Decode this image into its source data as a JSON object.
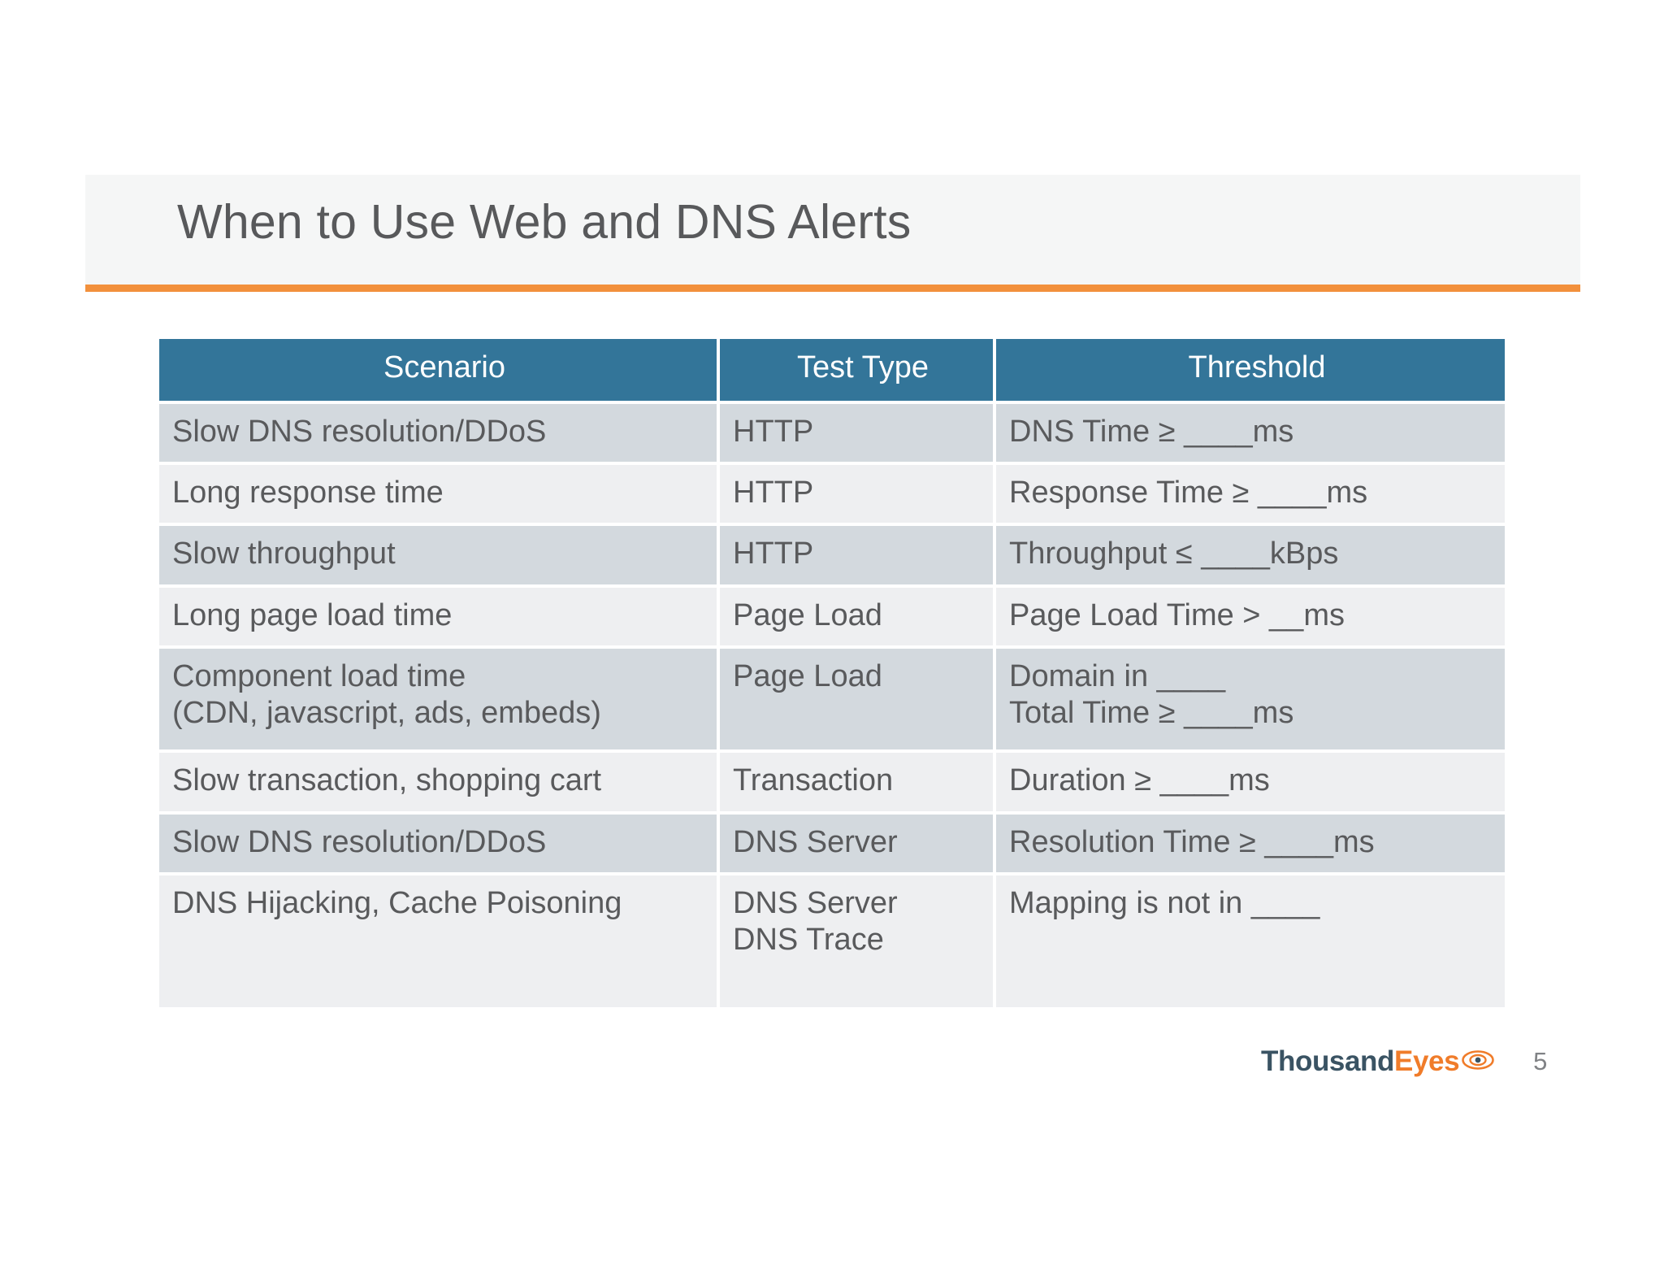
{
  "slide": {
    "title": "When to Use Web and DNS Alerts",
    "accent_color": "#f2903c",
    "title_band_color": "#f5f6f6",
    "title_color": "#58595b"
  },
  "table": {
    "header_bg": "#337599",
    "header_text_color": "#ffffff",
    "row_odd_bg": "#d3d9de",
    "row_even_bg": "#eeeff1",
    "columns": [
      "Scenario",
      "Test Type",
      "Threshold"
    ],
    "rows": [
      {
        "scenario": [
          "Slow DNS resolution/DDoS"
        ],
        "test_type": [
          "HTTP"
        ],
        "threshold": [
          "DNS Time ≥ ____ms"
        ]
      },
      {
        "scenario": [
          "Long response time"
        ],
        "test_type": [
          "HTTP"
        ],
        "threshold": [
          "Response Time ≥ ____ms"
        ]
      },
      {
        "scenario": [
          "Slow throughput"
        ],
        "test_type": [
          "HTTP"
        ],
        "threshold": [
          "Throughput ≤ ____kBps"
        ]
      },
      {
        "scenario": [
          "Long page load time"
        ],
        "test_type": [
          "Page Load"
        ],
        "threshold": [
          "Page Load Time > __ms"
        ]
      },
      {
        "scenario": [
          "Component load time",
          "(CDN, javascript, ads, embeds)"
        ],
        "test_type": [
          "Page Load"
        ],
        "threshold": [
          "Domain in ____",
          "Total Time ≥ ____ms"
        ]
      },
      {
        "scenario": [
          "Slow transaction, shopping cart"
        ],
        "test_type": [
          "Transaction"
        ],
        "threshold": [
          "Duration ≥ ____ms"
        ]
      },
      {
        "scenario": [
          "Slow DNS resolution/DDoS"
        ],
        "test_type": [
          "DNS Server"
        ],
        "threshold": [
          "Resolution Time ≥ ____ms"
        ]
      },
      {
        "scenario": [
          "DNS Hijacking, Cache Poisoning"
        ],
        "test_type": [
          "DNS Server",
          "DNS Trace"
        ],
        "threshold": [
          "Mapping is not in ____"
        ]
      }
    ]
  },
  "footer": {
    "logo_part1": "Thousand",
    "logo_part2": "Eyes",
    "logo_icon": "eye-icon",
    "logo_color_1": "#3a5363",
    "logo_color_2": "#f07c2a",
    "page_number": "5"
  }
}
